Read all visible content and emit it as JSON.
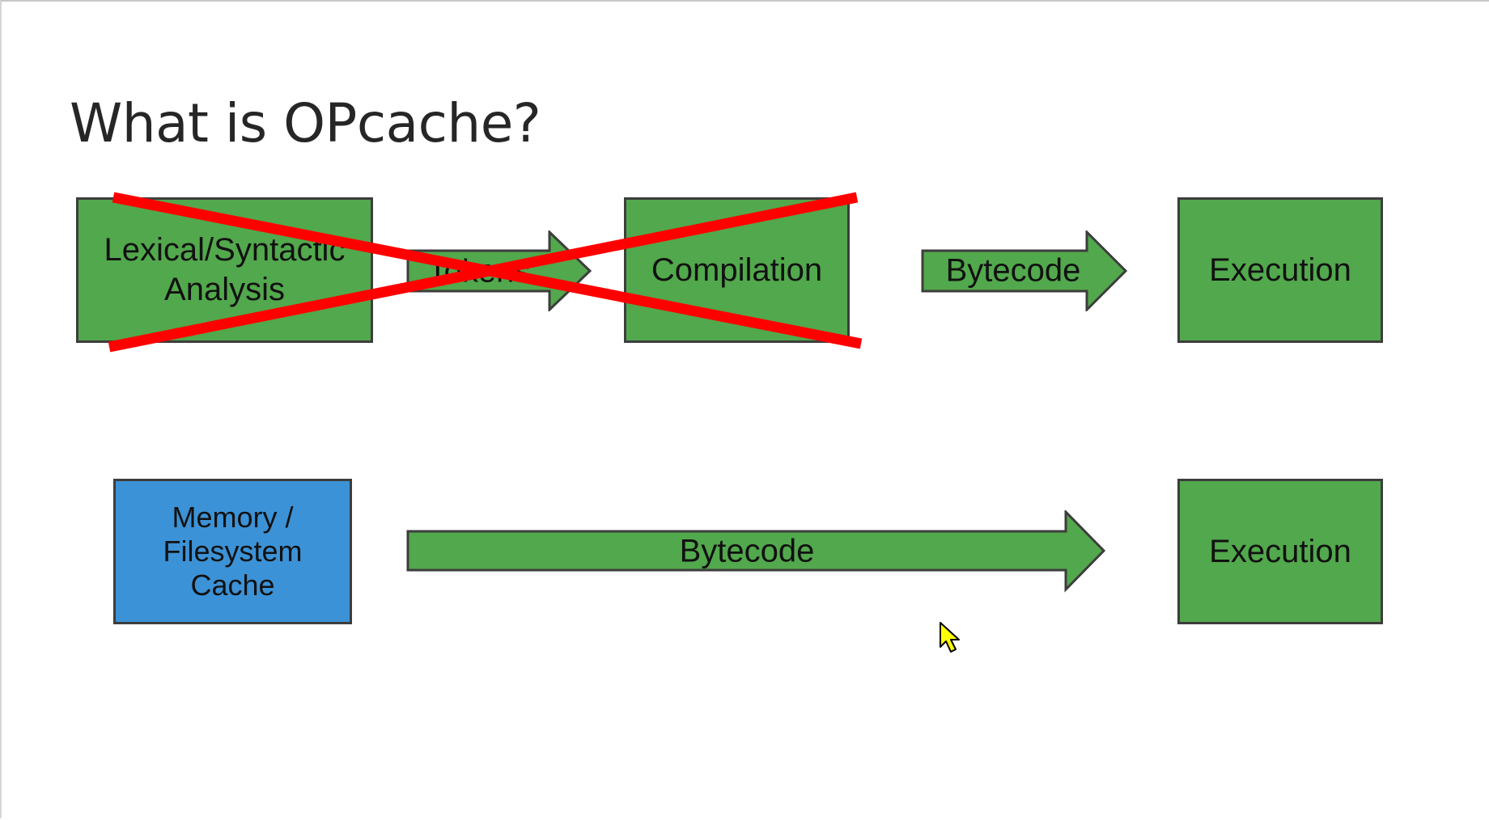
{
  "title": "What is OPcache?",
  "row_top": {
    "lexical_box": {
      "line1": "Lexical/Syntactic",
      "line2": "Analysis"
    },
    "tokens_arrow": {
      "label": "Tokens"
    },
    "compilation_box": {
      "label": "Compilation"
    },
    "bytecode_arrow": {
      "label": "Bytecode"
    },
    "execution_box": {
      "label": "Execution"
    }
  },
  "row_bottom": {
    "cache_box": {
      "line1": "Memory /",
      "line2": "Filesystem",
      "line3": "Cache"
    },
    "bytecode_arrow": {
      "label": "Bytecode"
    },
    "execution_box": {
      "label": "Execution"
    }
  },
  "colors": {
    "stage_green": "#52a84c",
    "cache_blue": "#3c92d6",
    "strike_red": "#ff0000",
    "outline": "#3d3d3d"
  }
}
